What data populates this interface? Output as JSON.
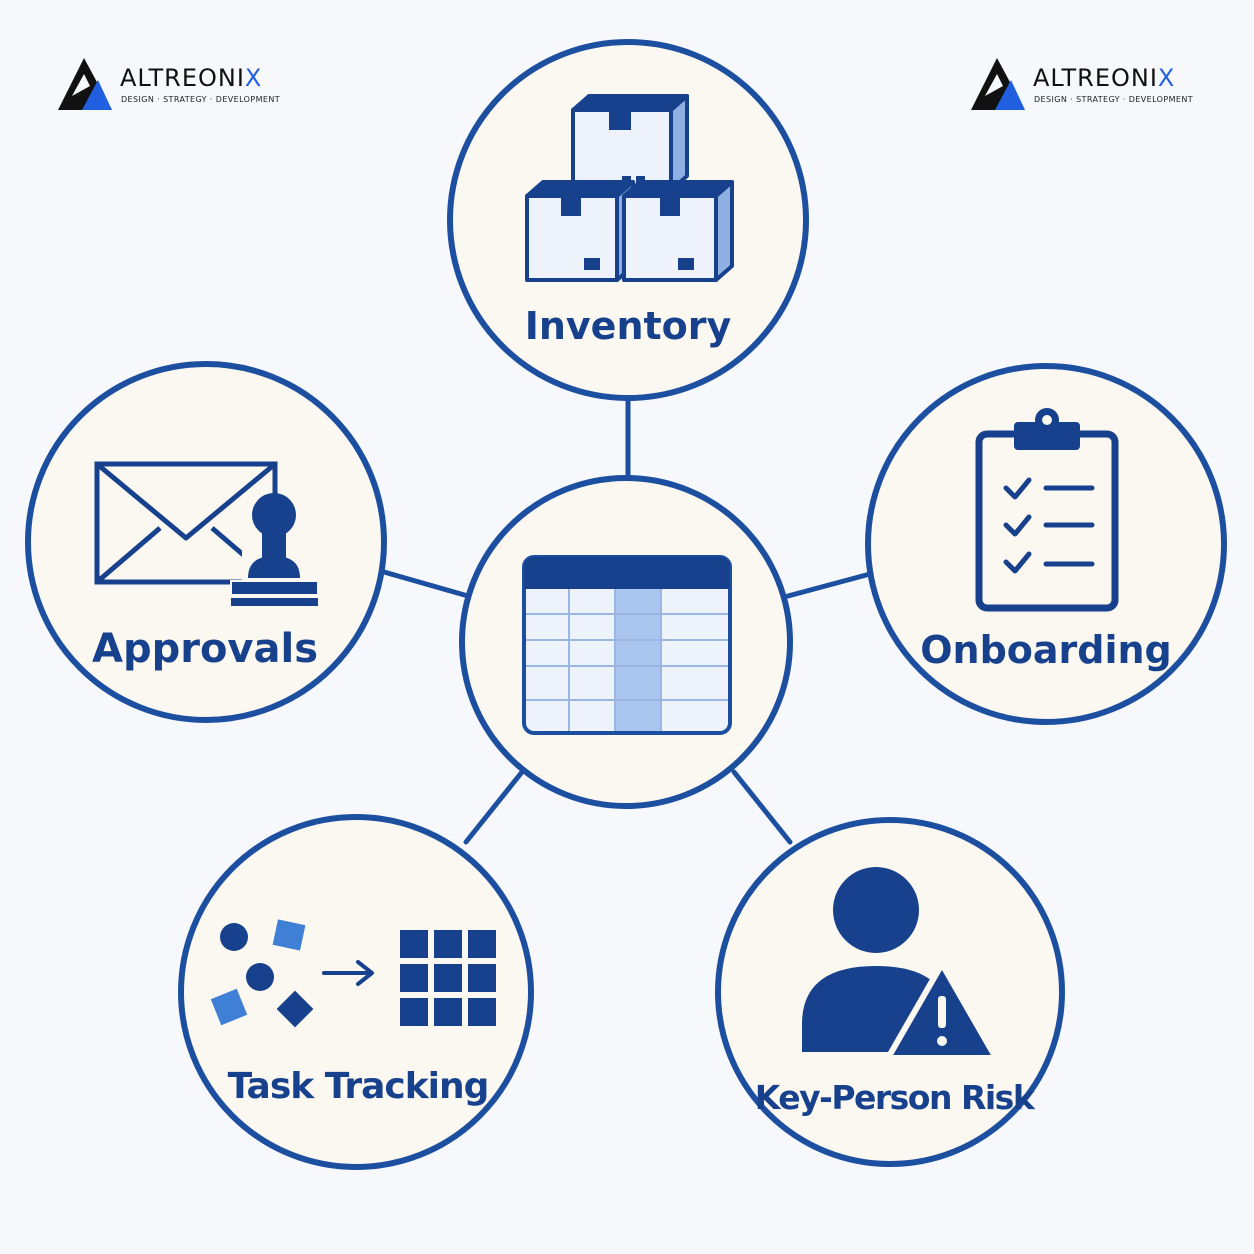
{
  "branding": {
    "name_main": "ALTREONI",
    "name_accent": "X",
    "tagline": "DESIGN · STRATEGY · DEVELOPMENT"
  },
  "nodes": {
    "inventory": "Inventory",
    "approvals": "Approvals",
    "onboarding": "Onboarding",
    "task_tracking": "Task Tracking",
    "key_person_risk": "Key-Person Risk"
  },
  "colors": {
    "primary": "#17418c",
    "stroke": "#1d4fa0",
    "fill_light": "#fbf8f1",
    "accent_blue": "#1f5fe0",
    "tint": "#aac6ee"
  },
  "icons": {
    "center": "spreadsheet-icon",
    "inventory": "boxes-icon",
    "approvals": "envelope-stamp-icon",
    "onboarding": "clipboard-checklist-icon",
    "task_tracking": "shapes-to-grid-icon",
    "key_person_risk": "person-warning-icon"
  }
}
